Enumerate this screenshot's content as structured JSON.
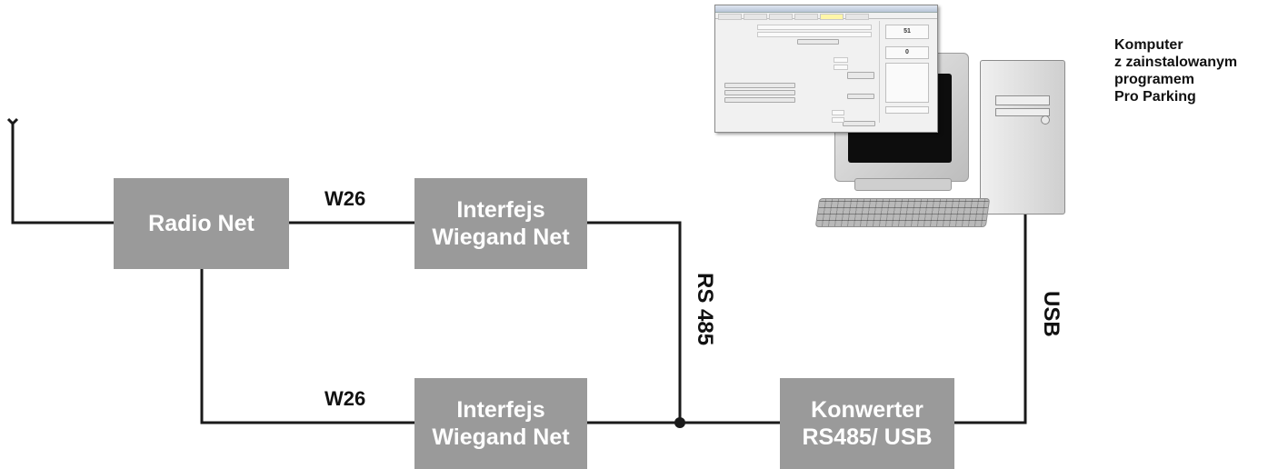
{
  "nodes": {
    "radio_net": "Radio Net",
    "interfejs_top": [
      "Interfejs",
      "Wiegand Net"
    ],
    "interfejs_bottom": [
      "Interfejs",
      "Wiegand Net"
    ],
    "konwerter": [
      "Konwerter",
      "RS485/ USB"
    ]
  },
  "labels": {
    "w26_top": "W26",
    "w26_bottom": "W26",
    "rs485": "RS 485",
    "usb": "USB"
  },
  "computer_caption": [
    "Komputer",
    "z zainstalowanym",
    "programem",
    "Pro Parking"
  ],
  "app_window": {
    "counter_top": "51",
    "counter_bottom": "0"
  },
  "colors": {
    "box_fill": "#9a9a9a",
    "box_text": "#ffffff",
    "line": "#1a1a1a"
  }
}
